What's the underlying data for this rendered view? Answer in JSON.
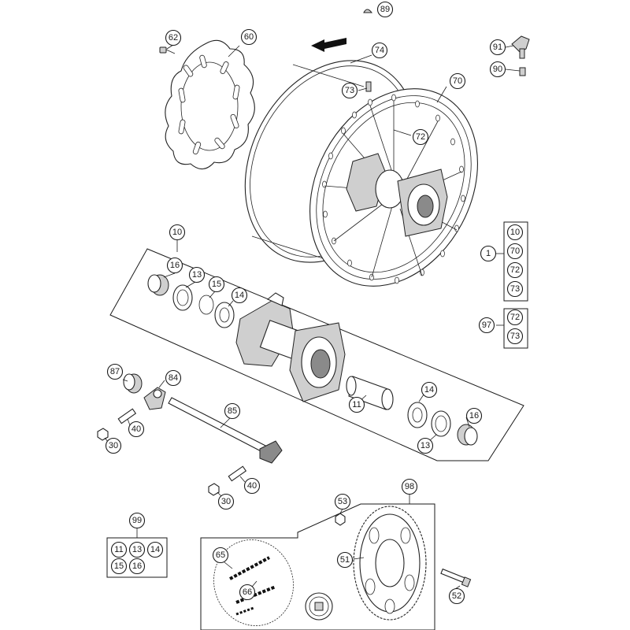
{
  "diagram": {
    "type": "exploded parts diagram",
    "colors": {
      "line": "#1a1a1a",
      "background": "#ffffff",
      "shade": "#cfcfcf"
    },
    "callouts": {
      "c89": "89",
      "c62": "62",
      "c60": "60",
      "c74": "74",
      "c91": "91",
      "c90": "90",
      "c73a": "73",
      "c70": "70",
      "c72a": "72",
      "c10a": "10",
      "c16a": "16",
      "c13a": "13",
      "c15a": "15",
      "c14a": "14",
      "c87": "87",
      "c84": "84",
      "c40a": "40",
      "c30a": "30",
      "c85": "85",
      "c11": "11",
      "c14b": "14",
      "c16b": "16",
      "c13b": "13",
      "c40b": "40",
      "c30b": "30",
      "c53": "53",
      "c98": "98",
      "c65": "65",
      "c66": "66",
      "c51": "51",
      "c52": "52"
    },
    "kits": {
      "kit1": {
        "label": "1",
        "items": [
          "10",
          "70",
          "72",
          "73"
        ]
      },
      "kit97": {
        "label": "97",
        "items": [
          "72",
          "73"
        ]
      },
      "kit99": {
        "label": "99",
        "items": [
          "11",
          "13",
          "14",
          "15",
          "16"
        ]
      }
    }
  }
}
